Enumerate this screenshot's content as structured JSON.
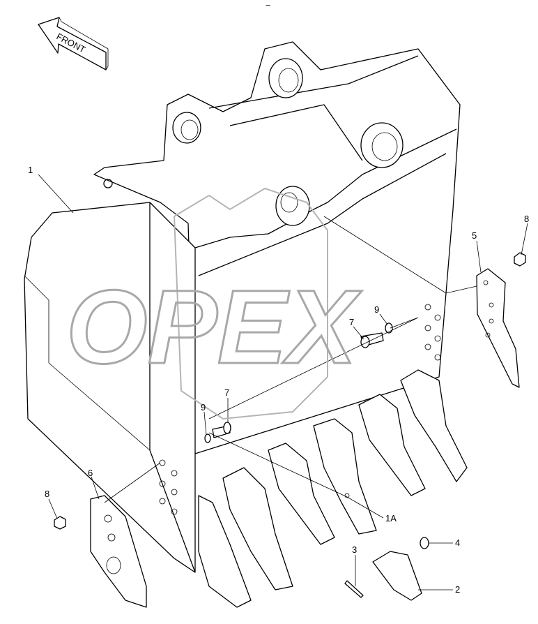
{
  "diagram": {
    "direction_arrow": "FRONT",
    "watermark": "OPEX",
    "top_mark": "~",
    "callouts": [
      {
        "id": "label-1",
        "text": "1"
      },
      {
        "id": "label-5",
        "text": "5"
      },
      {
        "id": "label-8-right",
        "text": "8"
      },
      {
        "id": "label-9-right",
        "text": "9"
      },
      {
        "id": "label-7-right",
        "text": "7"
      },
      {
        "id": "label-7-left",
        "text": "7"
      },
      {
        "id": "label-9-left",
        "text": "9"
      },
      {
        "id": "label-6",
        "text": "6"
      },
      {
        "id": "label-8-left",
        "text": "8"
      },
      {
        "id": "label-1A",
        "text": "1A"
      },
      {
        "id": "label-3",
        "text": "3"
      },
      {
        "id": "label-4",
        "text": "4"
      },
      {
        "id": "label-2",
        "text": "2"
      }
    ]
  }
}
